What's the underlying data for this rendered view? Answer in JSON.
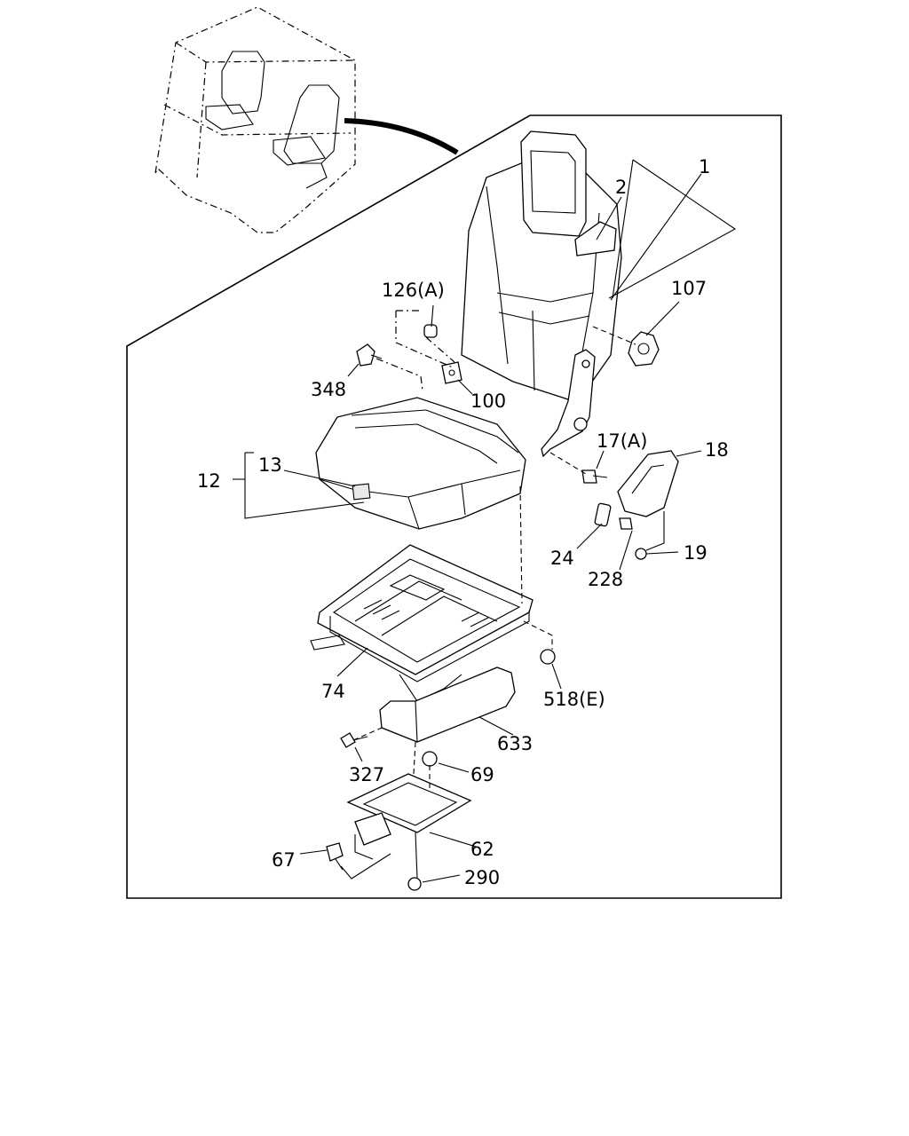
{
  "callouts": {
    "c1": "1",
    "c2": "2",
    "c107": "107",
    "c126a": "126(A)",
    "c348": "348",
    "c100": "100",
    "c17a": "17(A)",
    "c18": "18",
    "c12": "12",
    "c13": "13",
    "c24": "24",
    "c228": "228",
    "c19": "19",
    "c74": "74",
    "c518e": "518(E)",
    "c633": "633",
    "c327": "327",
    "c69": "69",
    "c67": "67",
    "c62": "62",
    "c290": "290"
  }
}
